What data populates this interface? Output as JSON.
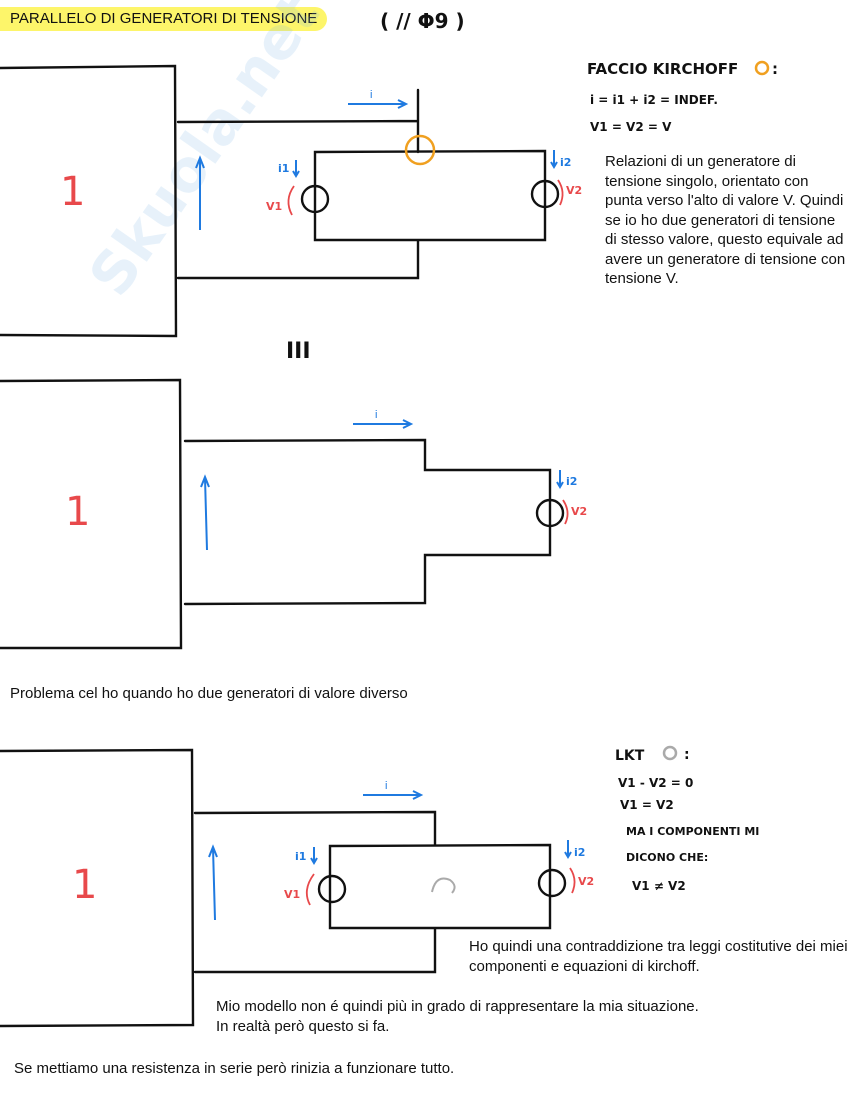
{
  "title": "PARALLELO DI GENERATORI DI TENSIONE",
  "title_annotation": "( // Φ9 )",
  "watermark": "Skuola.net il paradiso dello studente",
  "section1": {
    "block_label": "1",
    "current_label": "i",
    "i1": "i1",
    "i2": "i2",
    "v1": "V1",
    "v2": "V2",
    "notes": [
      "FACCIO KIRCHOFF",
      "i = i1 + i2 = INDEF.",
      "V1 = V2 = V"
    ],
    "description": "Relazioni di un generatore di tensione singolo, orientato con punta verso l'alto di valore V. Quindi se io ho due generatori di tensione di stesso valore, questo equivale ad avere un generatore di tensione con tensione V."
  },
  "equivalence_sign": "III",
  "section2": {
    "block_label": "1",
    "current_label": "i",
    "i2": "i2",
    "v2": "V2"
  },
  "problem_text": "Problema cel ho quando ho due generatori di valore diverso",
  "section3": {
    "block_label": "1",
    "current_label": "i",
    "i1": "i1",
    "i2": "i2",
    "v1": "V1",
    "v2": "V2",
    "notes": [
      "LKT",
      "V1 - V2 = 0",
      "V1 = V2",
      "MA I COMPONENTI MI",
      "DICONO CHE:",
      "V1 ≠ V2"
    ],
    "contradiction": "Ho quindi una contraddizione tra leggi costitutive dei miei componenti e equazioni di kirchoff.",
    "model_text_1": "Mio modello non é quindi più in grado di rappresentare la mia situazione.",
    "model_text_2": "In realtà però questo si fa.",
    "final_text": "Se mettiamo una resistenza in serie però rinizia a funzionare tutto."
  },
  "colors": {
    "highlight": "#fdf56a",
    "blue": "#1f7ae0",
    "red": "#e8494b",
    "orange": "#f0a020",
    "gray": "#aaaaaa"
  }
}
